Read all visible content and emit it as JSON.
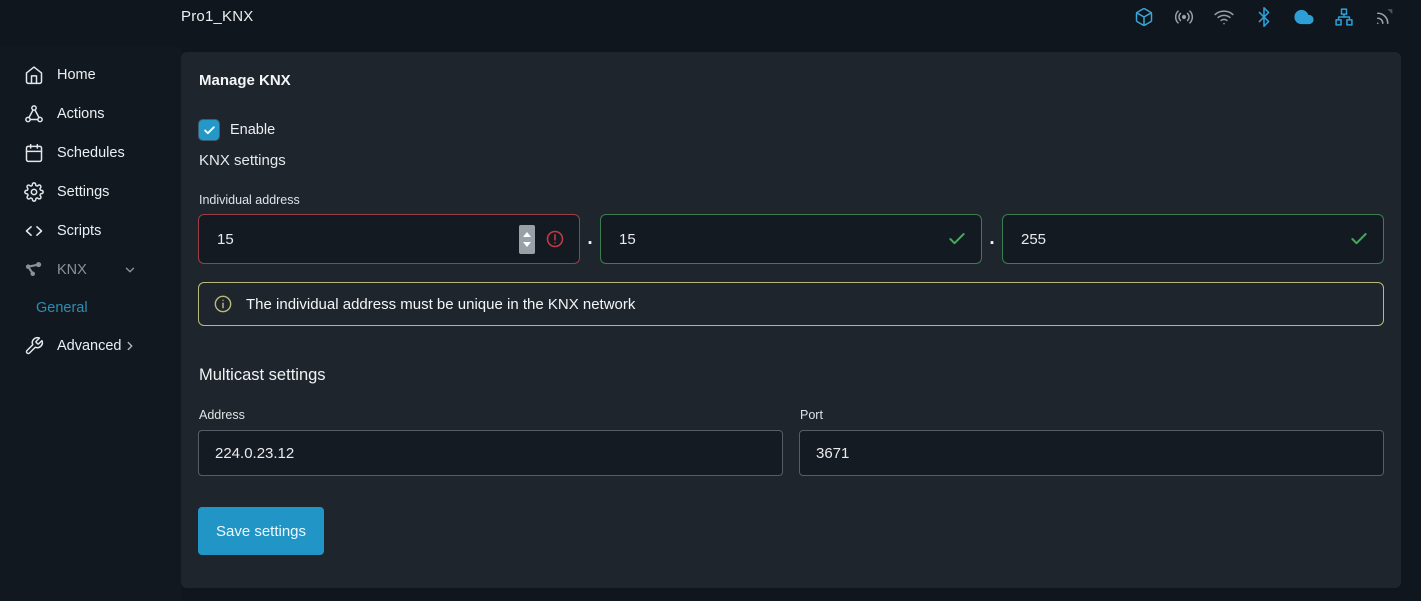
{
  "topbar": {
    "title": "Pro1_KNX",
    "icons": [
      {
        "name": "package-icon",
        "color": "#37a6d8"
      },
      {
        "name": "broadcast-icon",
        "color": "#9aa0a6"
      },
      {
        "name": "wifi-icon",
        "color": "#9aa0a6"
      },
      {
        "name": "bluetooth-icon",
        "color": "#2e9fd6"
      },
      {
        "name": "cloud-icon",
        "color": "#2e9fd6"
      },
      {
        "name": "lan-icon",
        "color": "#2e9fd6"
      },
      {
        "name": "signal-icon",
        "color": "#9aa0a6"
      }
    ]
  },
  "sidebar": {
    "items": [
      {
        "label": "Home",
        "icon": "home-icon"
      },
      {
        "label": "Actions",
        "icon": "actions-icon"
      },
      {
        "label": "Schedules",
        "icon": "calendar-icon"
      },
      {
        "label": "Settings",
        "icon": "gear-icon"
      },
      {
        "label": "Scripts",
        "icon": "code-icon"
      },
      {
        "label": "KNX",
        "icon": "knx-icon",
        "expanded": true
      },
      {
        "label": "General",
        "active": true
      },
      {
        "label": "Advanced",
        "icon": "wrench-icon",
        "has_submenu": true
      }
    ],
    "active_color": "#2a8fb3"
  },
  "main": {
    "heading": "Manage KNX",
    "enable_checkbox": {
      "label": "Enable",
      "checked": true
    },
    "knx_settings_label": "KNX settings",
    "individual_address": {
      "label": "Individual address",
      "separator": ".",
      "fields": [
        {
          "value": "15",
          "state": "error"
        },
        {
          "value": "15",
          "state": "valid"
        },
        {
          "value": "255",
          "state": "valid"
        }
      ]
    },
    "info_alert": "The individual address must be unique in the KNX network",
    "multicast": {
      "heading": "Multicast settings",
      "address_label": "Address",
      "address_value": "224.0.23.12",
      "port_label": "Port",
      "port_value": "3671"
    },
    "save_button": "Save settings"
  },
  "colors": {
    "page_background": "#10161d",
    "panel_background": "#1f252d",
    "accent_blue": "#2499c9",
    "error_red": "#c13a45",
    "error_border": "#9b3e47",
    "valid_green": "#48a65d",
    "valid_border": "#3a7d4f",
    "alert_border": "#b9ba79"
  }
}
